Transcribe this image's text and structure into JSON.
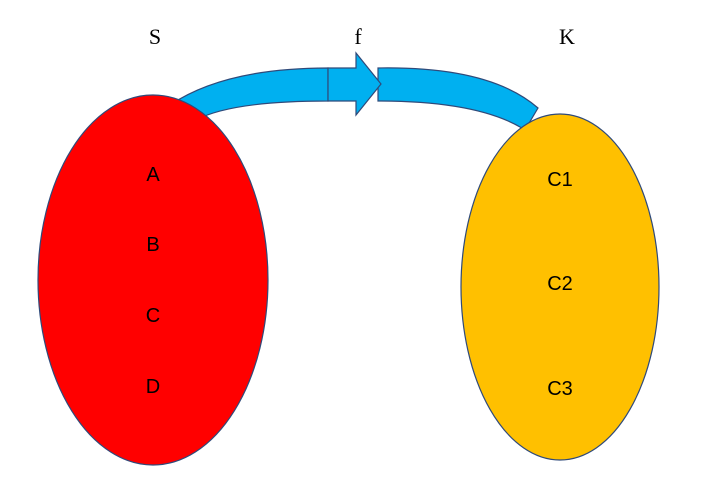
{
  "domain_set": {
    "title": "S",
    "elements": [
      "A",
      "B",
      "C",
      "D"
    ],
    "fill_color": "#ff0000",
    "stroke_color": "#2f4a7a"
  },
  "codomain_set": {
    "title": "K",
    "elements": [
      "C1",
      "C2",
      "C3"
    ],
    "fill_color": "#ffc000",
    "stroke_color": "#2f4a7a"
  },
  "mapping": {
    "label": "f",
    "arrow_color": "#00b0f0",
    "direction": "S to K"
  }
}
